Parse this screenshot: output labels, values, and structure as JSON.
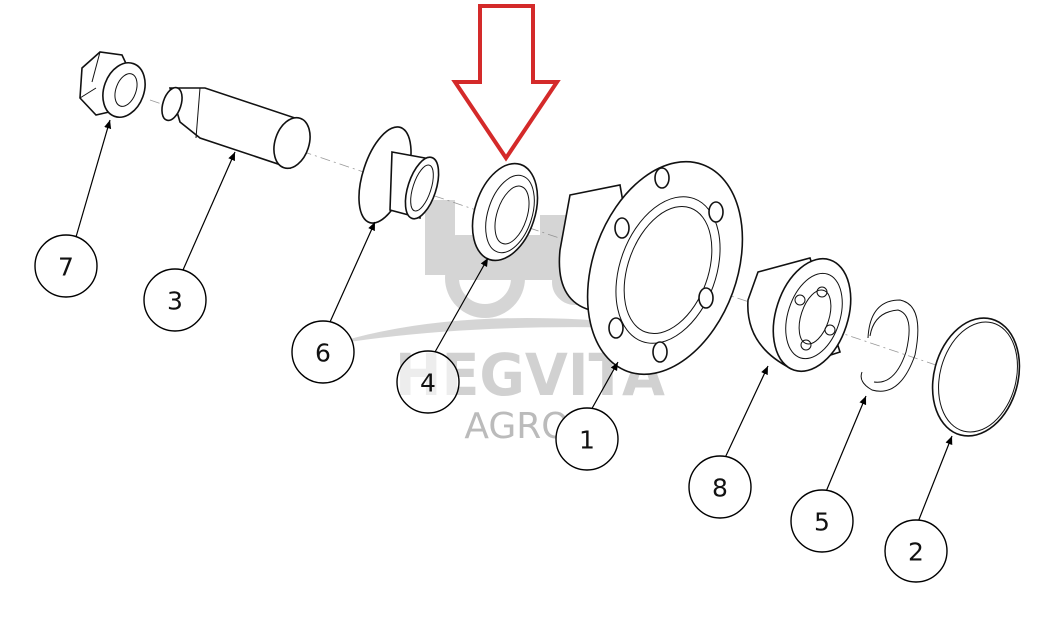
{
  "watermark": {
    "brand": "HEGVITA",
    "sub": "AGRO"
  },
  "callouts": [
    "7",
    "3",
    "6",
    "4",
    "1",
    "8",
    "5",
    "2"
  ],
  "colors": {
    "arrow": "#d42a2a",
    "line": "#111111",
    "watermark": "#9a9a9a"
  }
}
